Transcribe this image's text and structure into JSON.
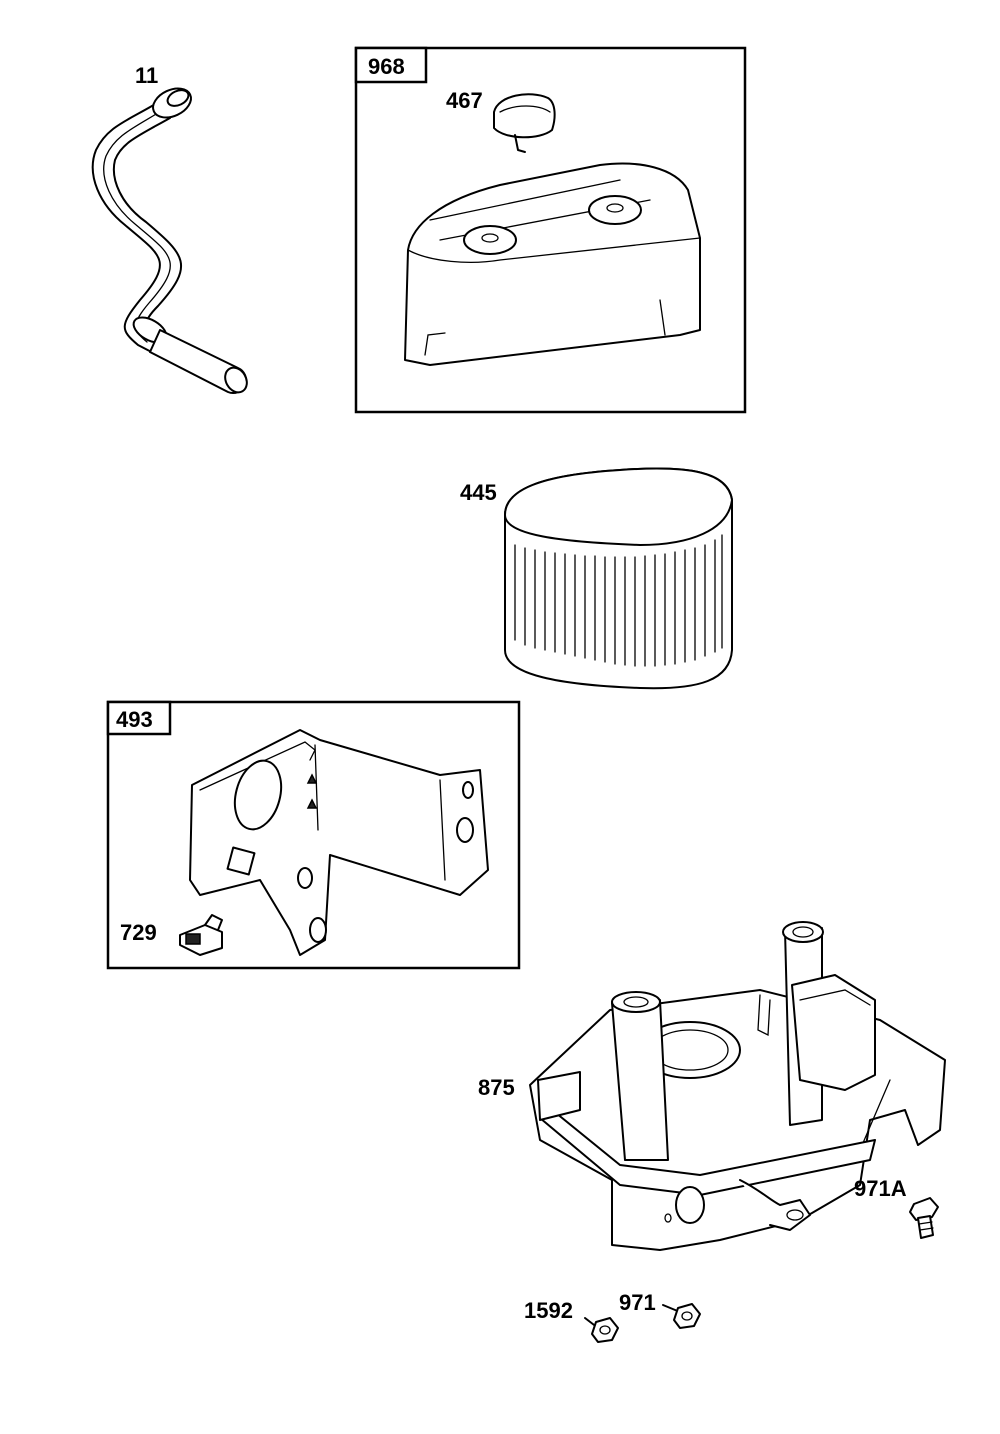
{
  "callouts": {
    "hose": "11",
    "cover_kit": "968",
    "knob": "467",
    "filter": "445",
    "bracket_kit": "493",
    "clip": "729",
    "base": "875",
    "screw_a": "971A",
    "screw_1592": "1592",
    "screw_971": "971"
  }
}
